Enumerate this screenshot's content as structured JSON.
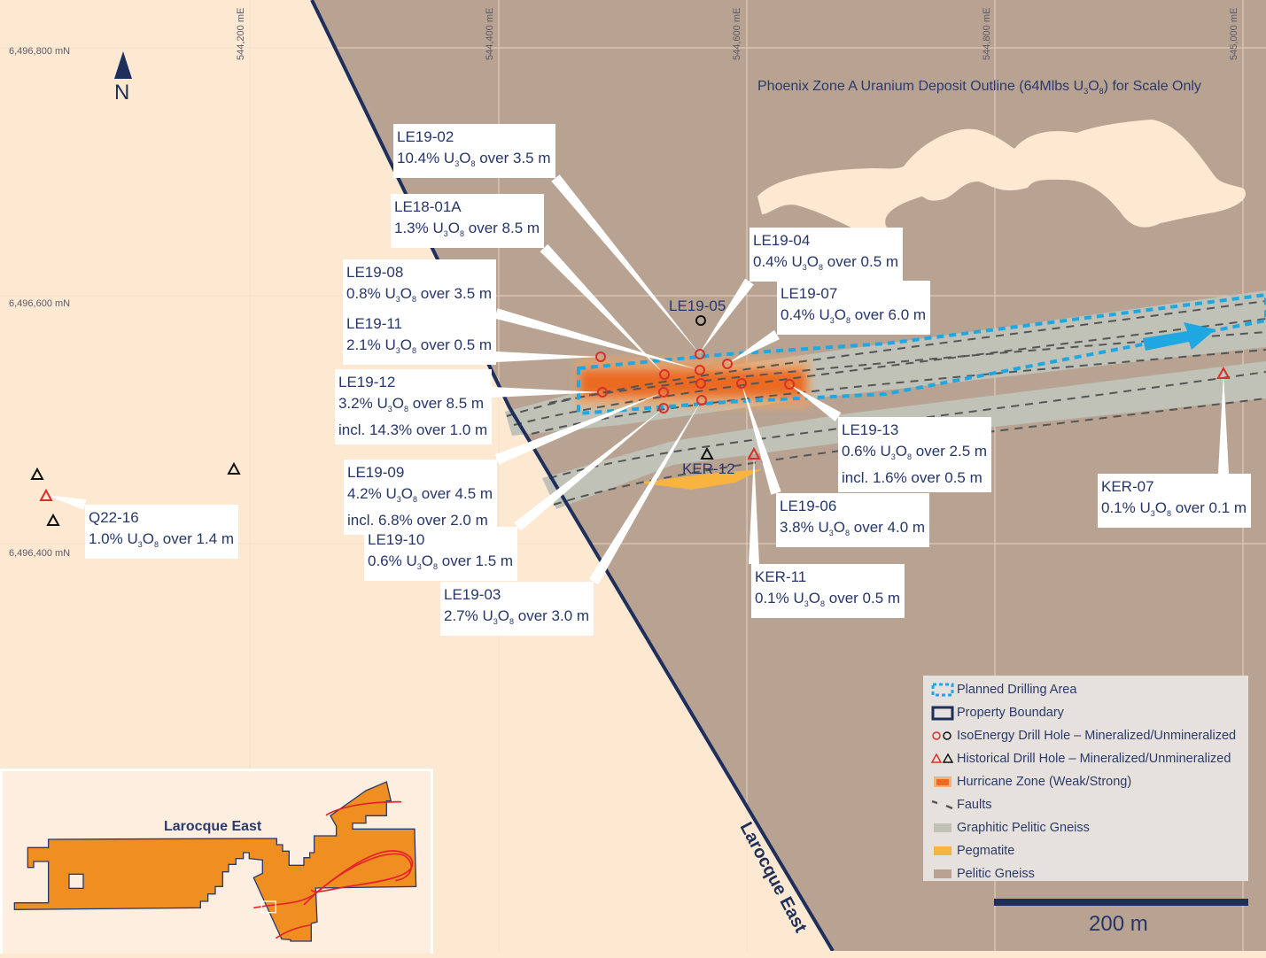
{
  "map": {
    "easting_labels": [
      "544,200 mE",
      "544,400 mE",
      "544,600 mE",
      "544,800 mE",
      "545,000 mE"
    ],
    "northing_labels": [
      "6,496,800 mN",
      "6,496,600 mN",
      "6,496,400 mN"
    ],
    "north_label": "N",
    "boundary_label": "Larocque East",
    "phoenix": {
      "text_pre": "Phoenix Zone A Uranium Deposit Outline (64Mlbs U",
      "sub1": "3",
      "mid": "O",
      "sub2": "8",
      "text_post": ") for Scale Only"
    },
    "scale_label": "200 m",
    "unmineralized_hole_label": "LE19-05",
    "historical_unmineralized_label": "KER-12"
  },
  "compound": {
    "base1": "U",
    "sub1": "3",
    "base2": "O",
    "sub2": "8"
  },
  "drill_labels": [
    {
      "id": "LE19-02",
      "grade": "10.4%",
      "interval": "over 3.5 m"
    },
    {
      "id": "LE18-01A",
      "grade": "1.3%",
      "interval": "over 8.5 m"
    },
    {
      "id": "LE19-08",
      "grade": "0.8%",
      "interval": "over 3.5 m"
    },
    {
      "id": "LE19-11",
      "grade": "2.1%",
      "interval": "over 0.5 m"
    },
    {
      "id": "LE19-12",
      "grade": "3.2%",
      "interval": "over 8.5 m",
      "incl": "incl. 14.3% over 1.0 m"
    },
    {
      "id": "LE19-09",
      "grade": "4.2%",
      "interval": "over 4.5 m",
      "incl": "incl. 6.8% over 2.0 m"
    },
    {
      "id": "LE19-10",
      "grade": "0.6%",
      "interval": "over 1.5 m"
    },
    {
      "id": "LE19-03",
      "grade": "2.7%",
      "interval": "over 3.0 m"
    },
    {
      "id": "LE19-04",
      "grade": "0.4%",
      "interval": "over 0.5 m"
    },
    {
      "id": "LE19-07",
      "grade": "0.4%",
      "interval": "over 6.0 m"
    },
    {
      "id": "LE19-13",
      "grade": "0.6%",
      "interval": "over 2.5 m",
      "incl": "incl. 1.6% over 0.5 m"
    },
    {
      "id": "LE19-06",
      "grade": "3.8%",
      "interval": "over 4.0 m"
    },
    {
      "id": "KER-11",
      "grade": "0.1%",
      "interval": "over 0.5 m"
    },
    {
      "id": "KER-07",
      "grade": "0.1%",
      "interval": "over 0.1 m"
    },
    {
      "id": "Q22-16",
      "grade": "1.0%",
      "interval": "over 1.4 m"
    }
  ],
  "legend": [
    {
      "label": "Planned Drilling Area",
      "icon": "dashed-rect"
    },
    {
      "label": "Property Boundary",
      "icon": "navy-rect"
    },
    {
      "label": "IsoEnergy Drill Hole – Mineralized/Unmineralized",
      "icon": "circles"
    },
    {
      "label": "Historical Drill Hole – Mineralized/Unmineralized",
      "icon": "triangles"
    },
    {
      "label": "Hurricane Zone (Weak/Strong)",
      "icon": "orange-swatch"
    },
    {
      "label": "Faults",
      "icon": "dashed-line"
    },
    {
      "label": "Graphitic Pelitic Gneiss",
      "icon": "gray-swatch"
    },
    {
      "label": "Pegmatite",
      "icon": "yellow-swatch"
    },
    {
      "label": "Pelitic Gneiss",
      "icon": "brown-swatch"
    }
  ],
  "inset": {
    "title": "Larocque East"
  },
  "colors": {
    "background": "#fde8d2",
    "pelitic": "#b8a392",
    "graphitic": "#c0c2b8",
    "boundary": "#1f2f5c",
    "planned": "#1ea7e1",
    "mineralized": "#d8302a",
    "hurricane": "#ea6a22",
    "pegmatite": "#f9b43f"
  }
}
